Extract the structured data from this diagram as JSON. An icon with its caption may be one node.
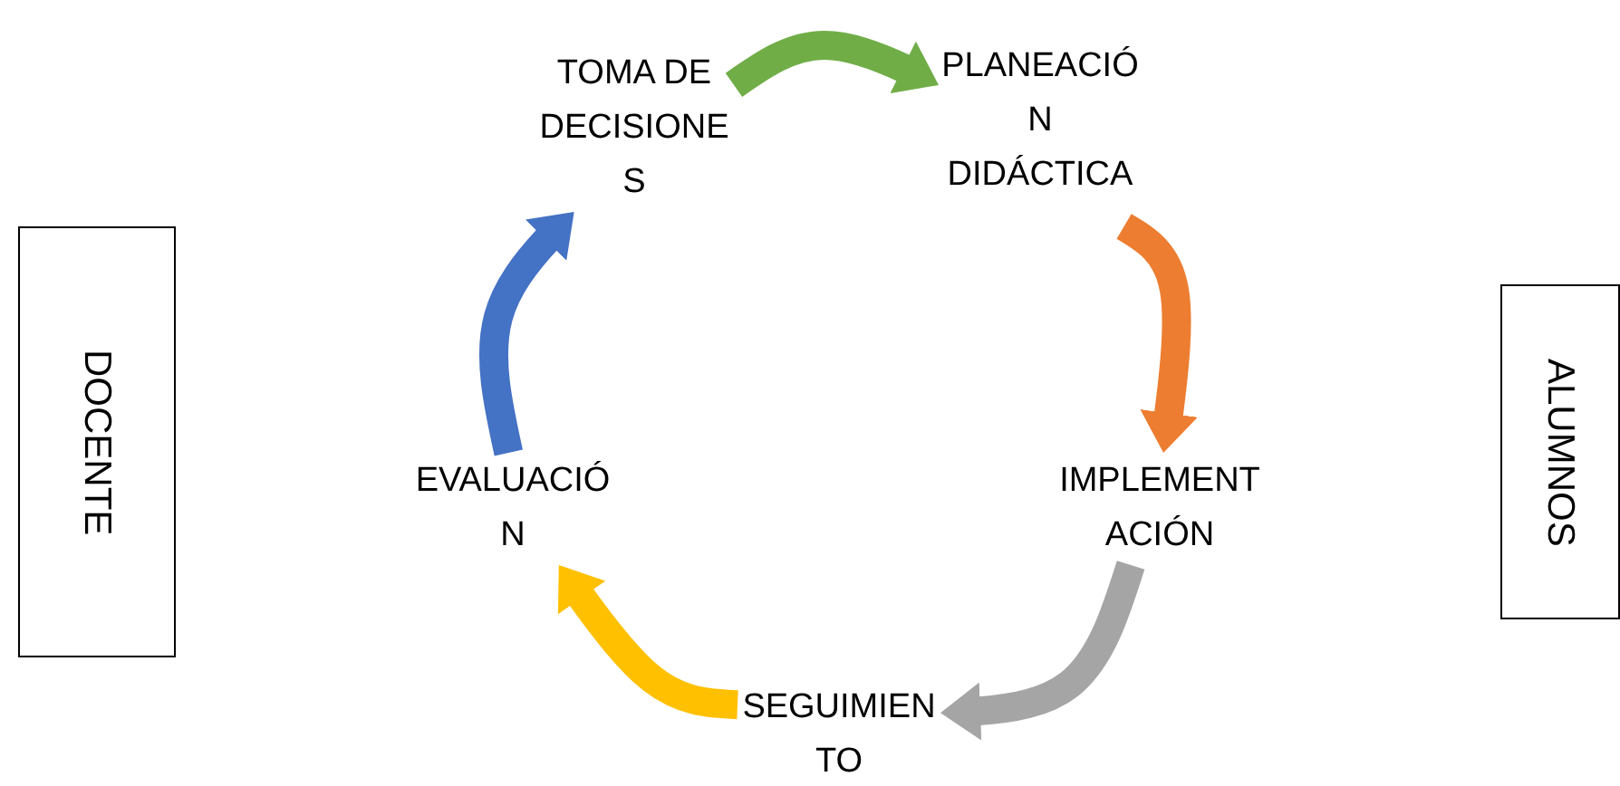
{
  "diagram": {
    "nodes": [
      {
        "text": [
          "TOMA DE DECISIONES"
        ]
      },
      {
        "text": [
          "PLANEACIÓN DIDÁCTICA"
        ]
      },
      {
        "text": [
          "IMPLEMENTACIÓN"
        ]
      },
      {
        "text": [
          "SEGUIMIENTO"
        ]
      },
      {
        "text": [
          "EVALUACIÓN"
        ]
      },
      {
        "text": [
          "DOCENTE"
        ]
      },
      {
        "text": [
          "ALUMNOS"
        ]
      }
    ],
    "edges": [
      {
        "from": 0,
        "to": 1,
        "arrow": "to",
        "color": "#70ad47"
      },
      {
        "from": 1,
        "to": 2,
        "arrow": "to",
        "color": "#ed7d31"
      },
      {
        "from": 2,
        "to": 3,
        "arrow": "to",
        "color": "#a5a5a5"
      },
      {
        "from": 3,
        "to": 4,
        "arrow": "to",
        "color": "#ffc000"
      },
      {
        "from": 4,
        "to": 0,
        "arrow": "to",
        "color": "#4472c4"
      }
    ]
  }
}
